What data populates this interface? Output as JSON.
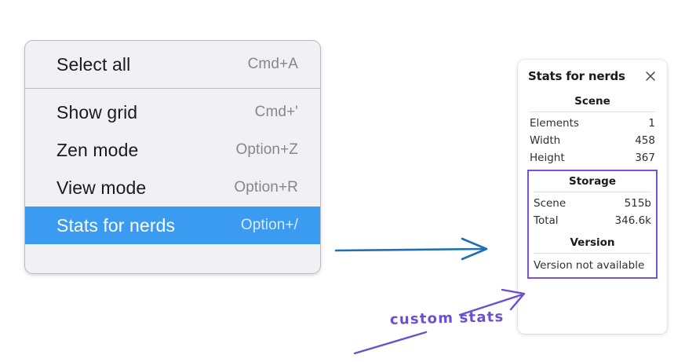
{
  "context_menu": {
    "groups": [
      {
        "items": [
          {
            "label": "Select all",
            "accel": "Cmd+A",
            "selected": false
          }
        ]
      },
      {
        "items": [
          {
            "label": "Show grid",
            "accel": "Cmd+'",
            "selected": false
          },
          {
            "label": "Zen mode",
            "accel": "Option+Z",
            "selected": false
          },
          {
            "label": "View mode",
            "accel": "Option+R",
            "selected": false
          },
          {
            "label": "Stats for nerds",
            "accel": "Option+/",
            "selected": true
          }
        ]
      }
    ],
    "highlight_color": "#3b9bf0"
  },
  "stats_panel": {
    "title": "Stats for nerds",
    "close_icon": "close-icon",
    "scene": {
      "heading": "Scene",
      "rows": [
        {
          "key": "Elements",
          "value": "1"
        },
        {
          "key": "Width",
          "value": "458"
        },
        {
          "key": "Height",
          "value": "367"
        }
      ]
    },
    "custom": {
      "outline_color": "#7a52d6",
      "storage": {
        "heading": "Storage",
        "rows": [
          {
            "key": "Scene",
            "value": "515b"
          },
          {
            "key": "Total",
            "value": "346.6k"
          }
        ]
      },
      "version": {
        "heading": "Version",
        "text": "Version not available"
      }
    }
  },
  "annotations": {
    "blue_arrow": {
      "name": "blue-arrow",
      "color": "#1f6fb5"
    },
    "purple_arrow": {
      "name": "purple-arrow",
      "color": "#6a4fd0"
    },
    "underline_stroke": {
      "name": "purple-underline-stroke",
      "color": "#6a4fd0"
    },
    "label": "custom stats",
    "label_color": "#6a4fd0"
  }
}
